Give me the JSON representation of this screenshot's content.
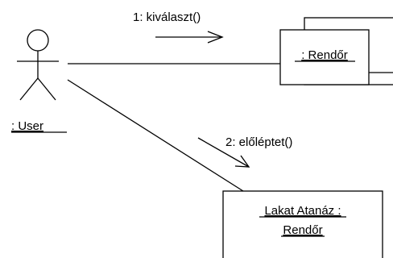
{
  "actor": {
    "label": ": User"
  },
  "messages": [
    {
      "label": "1: kiválaszt()"
    },
    {
      "label": "2: előléptet()"
    }
  ],
  "objects": [
    {
      "label": ": Rendőr"
    },
    {
      "label_line1": "Lakat Atanáz :",
      "label_line2": "Rendőr"
    }
  ]
}
